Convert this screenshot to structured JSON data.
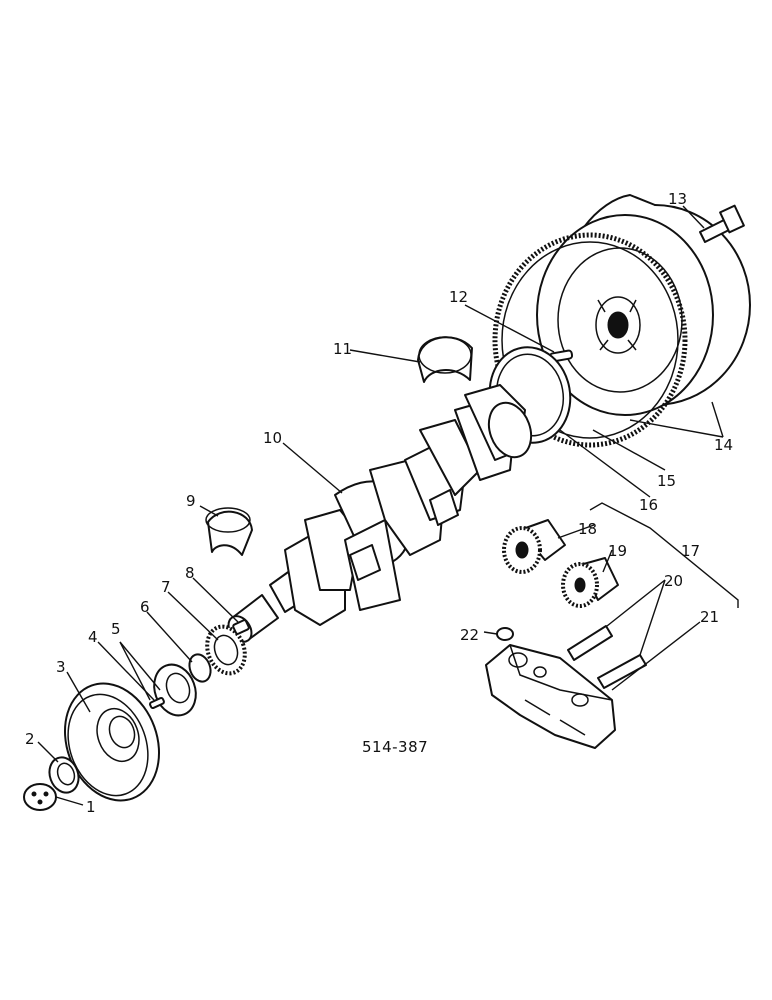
{
  "figure": {
    "reference_code": "514-387"
  },
  "callouts": [
    {
      "id": "1",
      "text": "1"
    },
    {
      "id": "2",
      "text": "2"
    },
    {
      "id": "3",
      "text": "3"
    },
    {
      "id": "4",
      "text": "4"
    },
    {
      "id": "5",
      "text": "5"
    },
    {
      "id": "6",
      "text": "6"
    },
    {
      "id": "7",
      "text": "7"
    },
    {
      "id": "8",
      "text": "8"
    },
    {
      "id": "9",
      "text": "9"
    },
    {
      "id": "10",
      "text": "10"
    },
    {
      "id": "11",
      "text": "11"
    },
    {
      "id": "12",
      "text": "12"
    },
    {
      "id": "13",
      "text": "13"
    },
    {
      "id": "14",
      "text": "14"
    },
    {
      "id": "15",
      "text": "15"
    },
    {
      "id": "16",
      "text": "16"
    },
    {
      "id": "17",
      "text": "17"
    },
    {
      "id": "18",
      "text": "18"
    },
    {
      "id": "19",
      "text": "19"
    },
    {
      "id": "20",
      "text": "20"
    },
    {
      "id": "21",
      "text": "21"
    },
    {
      "id": "22",
      "text": "22"
    }
  ]
}
